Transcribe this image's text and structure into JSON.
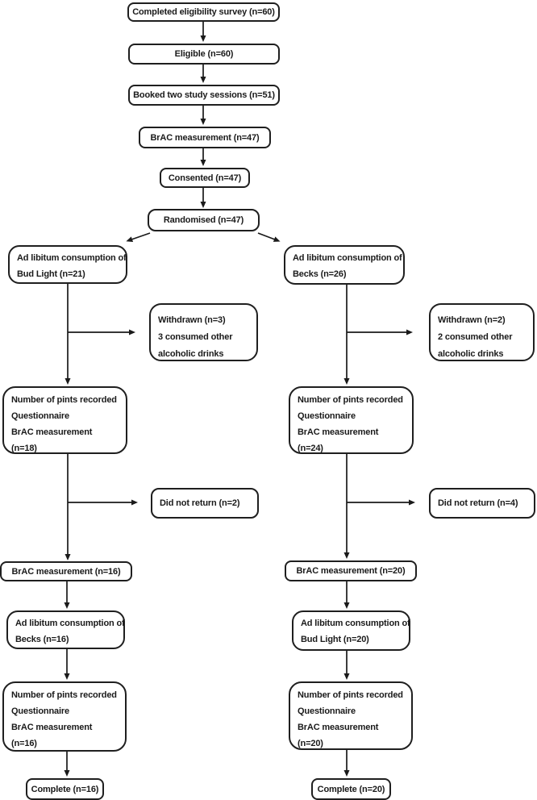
{
  "flowchart": {
    "colors": {
      "ink": "#1a1a1a",
      "background": "#ffffff"
    },
    "boxes": {
      "completed_survey": {
        "text": "Completed eligibility survey (n=60)"
      },
      "eligible": {
        "text": "Eligible (n=60)"
      },
      "booked_sessions": {
        "text": "Booked two study sessions (n=51)"
      },
      "brac_47": {
        "text": "BrAC measurement  (n=47)"
      },
      "consented": {
        "text": "Consented (n=47)"
      },
      "randomised": {
        "text": "Randomised  (n=47)"
      },
      "adlib_budlight_21": {
        "lines": [
          "Ad libitum consumption of",
          "Bud Light (n=21)"
        ]
      },
      "withdrawn_3": {
        "lines": [
          "Withdrawn (n=3)",
          "3 consumed other",
          "alcoholic drinks"
        ]
      },
      "pints_18": {
        "lines": [
          "Number of pints recorded",
          "Questionnaire",
          "BrAC measurement",
          "(n=18)"
        ]
      },
      "did_not_return_2": {
        "text": "Did not return (n=2)"
      },
      "brac_16": {
        "text": "BrAC measurement  (n=16)"
      },
      "adlib_becks_16": {
        "lines": [
          "Ad libitum consumption of",
          "Becks (n=16)"
        ]
      },
      "pints_16": {
        "lines": [
          "Number of pints recorded",
          "Questionnaire",
          "BrAC measurement",
          "(n=16)"
        ]
      },
      "complete_16": {
        "text": "Complete (n=16)"
      },
      "adlib_becks_26": {
        "lines": [
          "Ad libitum consumption of",
          "Becks (n=26)"
        ]
      },
      "withdrawn_2": {
        "lines": [
          "Withdrawn (n=2)",
          "2 consumed other",
          "alcoholic drinks"
        ]
      },
      "pints_24": {
        "lines": [
          "Number of pints recorded",
          "Questionnaire",
          "BrAC measurement",
          "(n=24)"
        ]
      },
      "did_not_return_4": {
        "text": "Did not return (n=4)"
      },
      "brac_20": {
        "text": "BrAC measurement  (n=20)"
      },
      "adlib_budlight_20": {
        "lines": [
          "Ad libitum consumption of",
          "Bud Light (n=20)"
        ]
      },
      "pints_20": {
        "lines": [
          "Number of pints recorded",
          "Questionnaire",
          "BrAC measurement",
          "(n=20)"
        ]
      },
      "complete_20": {
        "text": "Complete (n=20)"
      }
    }
  }
}
